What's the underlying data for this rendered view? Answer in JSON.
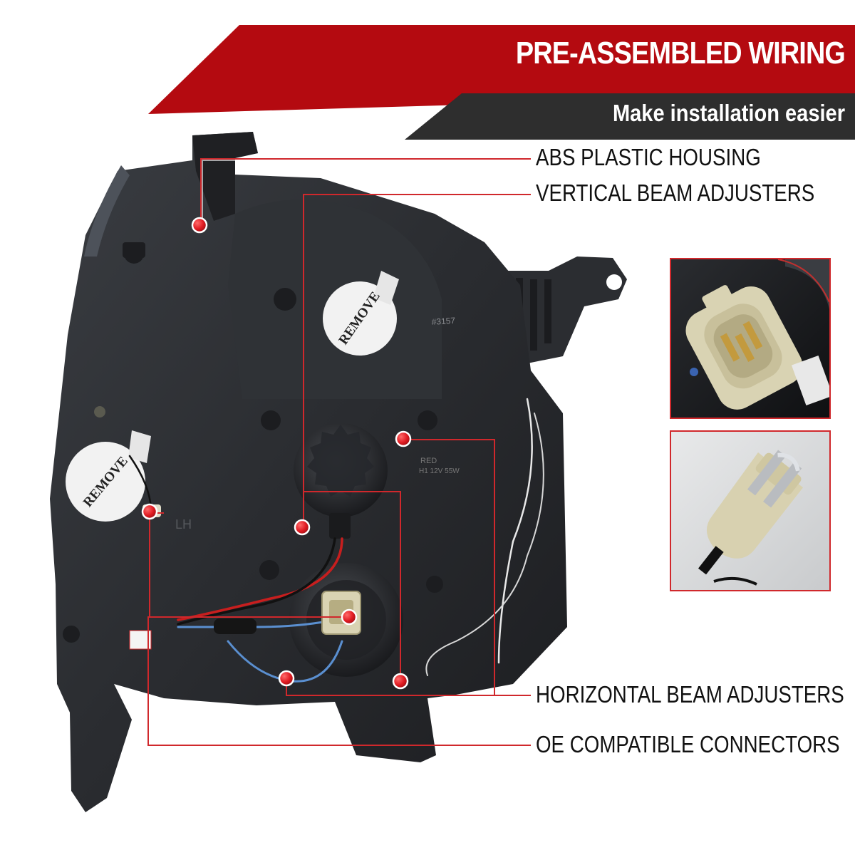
{
  "banner": {
    "title": "PRE-ASSEMBLED WIRING",
    "subtitle": "Make installation easier",
    "red": "#b40a10",
    "dark": "#2e2e2e"
  },
  "callouts": [
    {
      "label": "ABS PLASTIC HOUSING"
    },
    {
      "label": "VERTICAL BEAM ADJUSTERS"
    },
    {
      "label": "HORIZONTAL BEAM ADJUSTERS"
    },
    {
      "label": "OE COMPATIBLE CONNECTORS"
    }
  ],
  "stickers": {
    "remove_upper": "REMOVE",
    "remove_lower": "REMOVE",
    "bulb_code": "#3157",
    "lamp_marks": "RED",
    "lamp_spec": "H1 12V 55W",
    "side_mark": "LH"
  },
  "thumbnails": [
    {
      "icon": "three-pin-connector-photo"
    },
    {
      "icon": "wedge-bulb-socket-photo"
    }
  ],
  "accent_color": "#d0282c",
  "marker_color": "#e01b22"
}
